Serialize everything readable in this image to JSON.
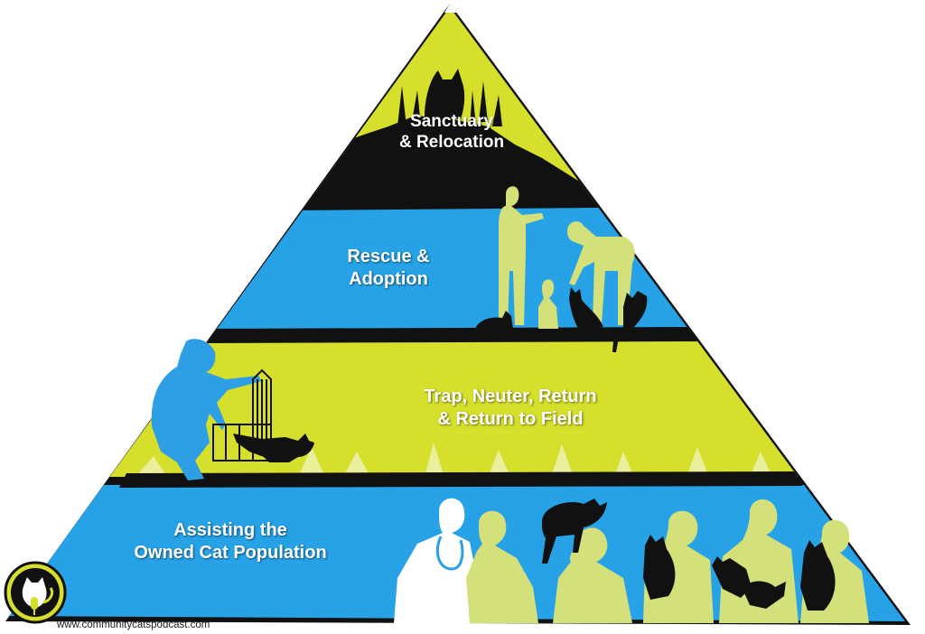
{
  "tiers": [
    {
      "line1": "Sanctuary",
      "line2": "& Relocation"
    },
    {
      "line1": "Rescue &",
      "line2": "Adoption"
    },
    {
      "line1": "Trap, Neuter, Return",
      "line2": "& Return to Field"
    },
    {
      "line1": "Assisting the",
      "line2": "Owned Cat Population"
    }
  ],
  "footer": {
    "url": "www.communitycatspodcast.com"
  },
  "colors": {
    "lime": "#d6df2b",
    "blue": "#27a2e6",
    "outline": "#111111",
    "figure_lime": "#d4e07a",
    "figure_blue": "#2e9fe4"
  },
  "icons": {
    "logo": "community-cats-podcast-logo"
  }
}
